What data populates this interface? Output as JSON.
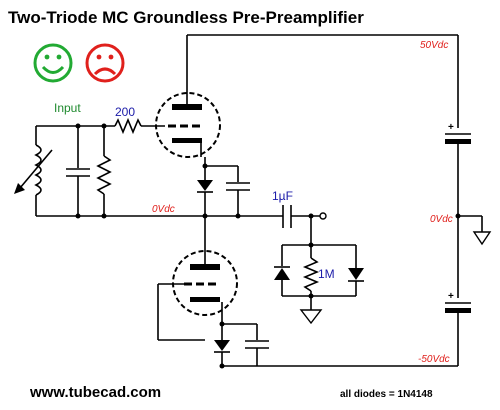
{
  "title": "Two-Triode MC Groundless Pre-Preamplifier",
  "labels": {
    "input": "Input",
    "resistor_200": "200",
    "cap_1uF": "1µF",
    "resistor_1M": "1M",
    "v_plus": "50Vdc",
    "v_zero_left": "0Vdc",
    "v_zero_right": "0Vdc",
    "v_minus": "-50Vdc"
  },
  "footer": {
    "site": "www.tubecad.com",
    "note": "all diodes = 1N4148"
  },
  "colors": {
    "label_green": "#1f8a2e",
    "label_blue": "#1a1aa8",
    "voltage_red": "#e0201c",
    "happy_face": "#22aa33",
    "sad_face": "#e0201c"
  },
  "icons": {
    "happy": "smiley-face-icon",
    "sad": "sad-face-icon"
  }
}
